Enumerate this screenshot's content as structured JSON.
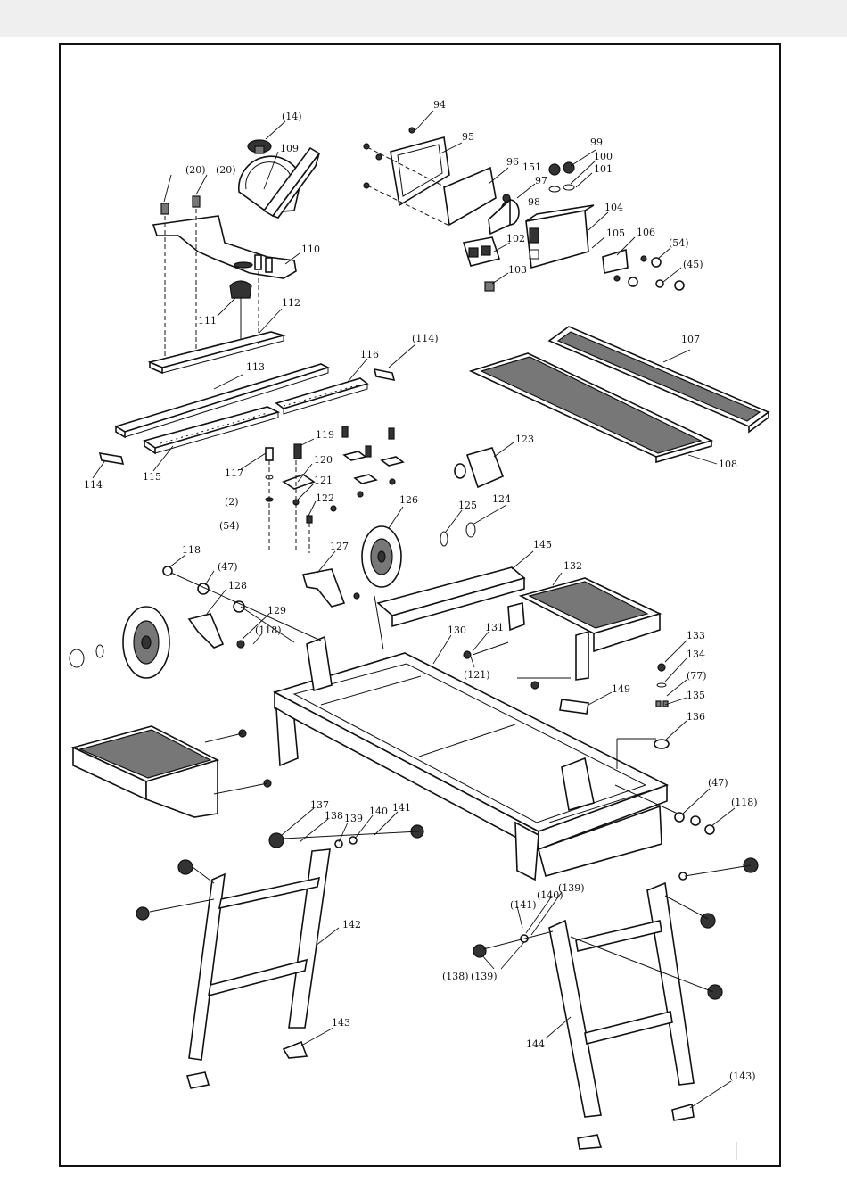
{
  "colors": {
    "ink": "#111111",
    "page": "#ffffff",
    "top_strip": "#efefef"
  },
  "labels": {
    "l94": "94",
    "l95": "95",
    "l96": "96",
    "l97": "97",
    "l98": "98",
    "l99": "99",
    "l100": "100",
    "l101": "101",
    "l102": "102",
    "l103": "103",
    "l104": "104",
    "l105": "105",
    "l106": "106",
    "l107": "107",
    "l108": "108",
    "l109": "109",
    "l110": "110",
    "l111": "111",
    "l112": "112",
    "l113": "113",
    "l114": "114",
    "l114p": "(114)",
    "l115": "115",
    "l116": "116",
    "l117": "117",
    "l118": "118",
    "l118p_a": "(118)",
    "l118p_b": "(118)",
    "l119": "119",
    "l120": "120",
    "l121": "121",
    "l121p": "(121)",
    "l122": "122",
    "l123": "123",
    "l124": "124",
    "l125": "125",
    "l126": "126",
    "l127": "127",
    "l128": "128",
    "l129": "129",
    "l130": "130",
    "l131": "131",
    "l132": "132",
    "l133": "133",
    "l134": "134",
    "l135": "135",
    "l136": "136",
    "l137": "137",
    "l138": "138",
    "l139": "139",
    "l140": "140",
    "l141": "141",
    "l142": "142",
    "l143": "143",
    "l143p": "(143)",
    "l144": "144",
    "l145": "145",
    "l149": "149",
    "l151": "151",
    "l14p": "(14)",
    "l20p_a": "(20)",
    "l20p_b": "(20)",
    "l2p": "(2)",
    "l54p_a": "(54)",
    "l54p_b": "(54)",
    "l45p": "(45)",
    "l47p_a": "(47)",
    "l47p_b": "(47)",
    "l77p": "(77)",
    "l138p": "(138)",
    "l139p_a": "(139)",
    "l139p_b": "(139)",
    "l140p": "(140)",
    "l141p": "(141)"
  }
}
